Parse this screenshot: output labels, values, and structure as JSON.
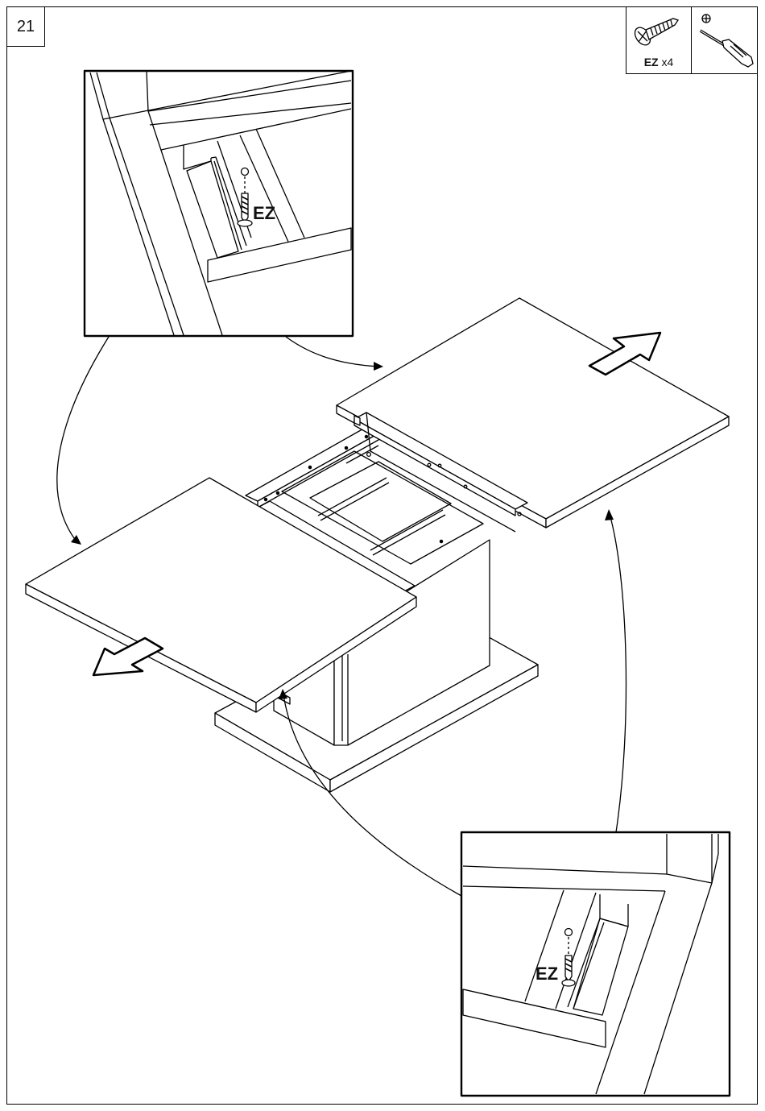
{
  "step": {
    "number": "21"
  },
  "parts": {
    "screw": {
      "code": "EZ",
      "quantity": "x4",
      "icon": "screw-icon"
    },
    "tool": {
      "icon": "phillips-screwdriver-icon",
      "symbol": "⊕"
    }
  },
  "callouts": {
    "top": {
      "screw_label": "EZ"
    },
    "bottom": {
      "screw_label": "EZ"
    }
  },
  "colors": {
    "line": "#000000",
    "background": "#ffffff"
  }
}
